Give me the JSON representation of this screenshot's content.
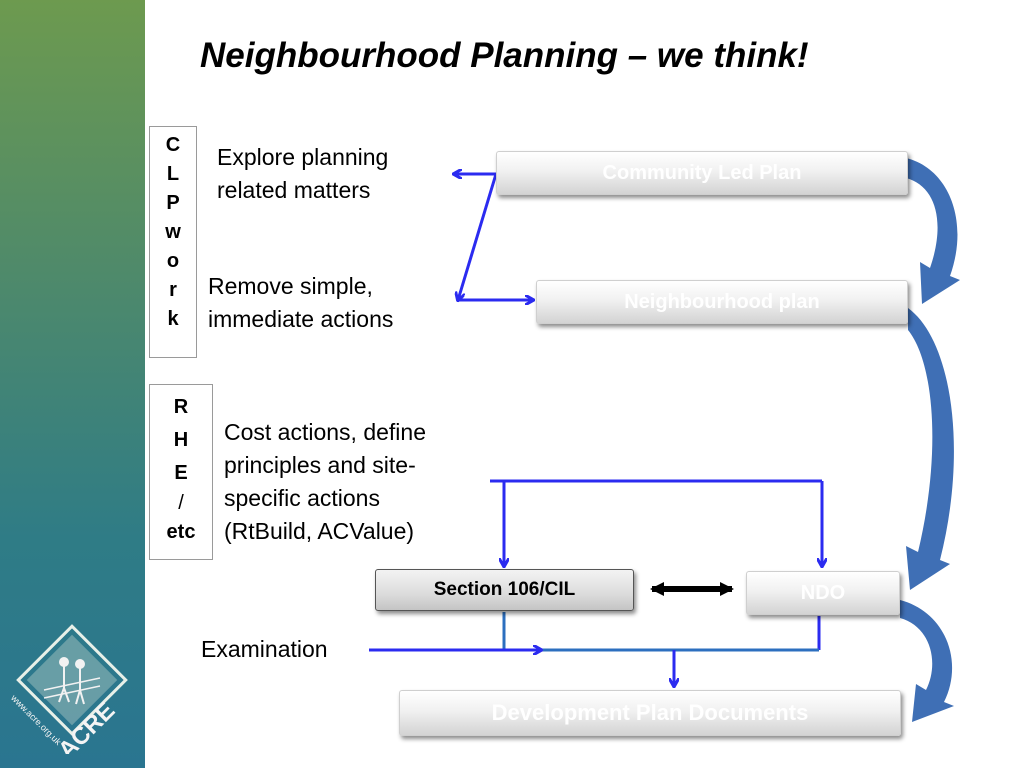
{
  "title": "Neighbourhood Planning – we think!",
  "sidebar": {
    "logo_text": "ACRE",
    "logo_url_text": "www.acre.org.uk"
  },
  "clp_box": [
    "C",
    "L",
    "P",
    "w",
    "o",
    "r",
    "k"
  ],
  "rhe_box": [
    "R",
    "H",
    "E",
    "/",
    "etc"
  ],
  "labels": {
    "explore": [
      "Explore planning",
      "related matters"
    ],
    "remove": [
      "Remove simple,",
      "immediate actions"
    ],
    "cost": [
      "Cost actions, define",
      "principles and site-",
      "specific actions",
      "(RtBuild, ACValue)"
    ],
    "examination": "Examination"
  },
  "boxes": {
    "community_led_plan": "Community Led Plan",
    "neighbourhood_plan": "Neighbourhood plan",
    "section_106": "Section 106/CIL",
    "ndo": "NDO",
    "development_plan": "Development Plan Documents"
  },
  "colors": {
    "arrow_blue": "#2b2bf0",
    "curve_blue": "#3f6fb5",
    "line_blue": "#2c6fbf"
  }
}
